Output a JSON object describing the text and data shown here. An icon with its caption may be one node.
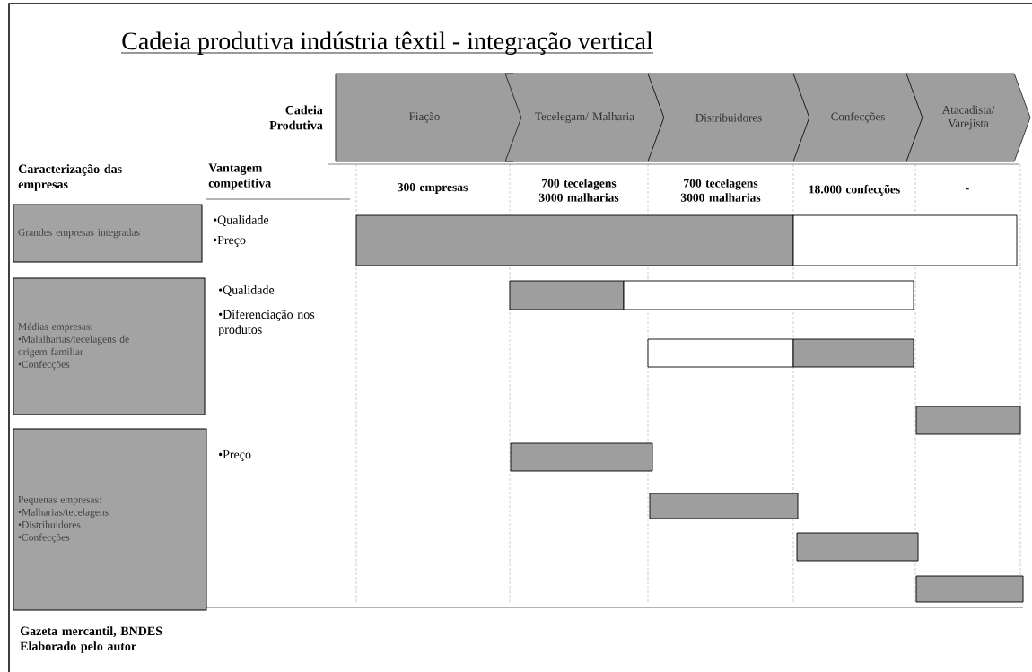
{
  "diagram": {
    "title": "Cadeia produtiva indústria têxtil - integração vertical",
    "nodes": [
      {
        "text": [
          "Fiação"
        ]
      },
      {
        "text": [
          "Tecelegam/ Malharia"
        ]
      },
      {
        "text": [
          "Distribuidores"
        ]
      },
      {
        "text": [
          "Confecções"
        ]
      },
      {
        "text": [
          "Atacadista/ Varejista"
        ]
      },
      {
        "text": [
          "Grandes empresas integradas"
        ]
      },
      {
        "text": [
          "Médias empresas:",
          "•Malalharias/tecelagens de origem familiar",
          "•Confecções"
        ]
      },
      {
        "text": [
          "Pequenas empresas:",
          "•Malharias/tecelagens",
          "•Distribuidores",
          "•Confecções"
        ]
      },
      {
        "text": [],
        "shape": "bar"
      },
      {
        "text": [],
        "shape": "bar"
      },
      {
        "text": [],
        "shape": "bar"
      },
      {
        "text": [],
        "shape": "bar"
      },
      {
        "text": [],
        "shape": "bar"
      },
      {
        "text": [],
        "shape": "bar"
      },
      {
        "text": [],
        "shape": "bar"
      },
      {
        "text": [],
        "shape": "bar"
      },
      {
        "text": [],
        "shape": "bar"
      },
      {
        "text": [],
        "shape": "bar"
      },
      {
        "text": [],
        "shape": "bar"
      }
    ],
    "labels": [
      "Cadeia Produtiva",
      "Caracterização das empresas",
      "Vantagem competitiva",
      "300 empresas",
      "700 tecelagens 3000 malharias",
      "700 tecelagens 3000 malharias",
      "18.000 confecções",
      "-",
      "•Qualidade",
      "•Preço",
      "•Qualidade",
      "•Diferenciação nos produtos",
      "•Preço",
      "Gazeta mercantil, BNDES Elaborado pelo autor"
    ]
  }
}
